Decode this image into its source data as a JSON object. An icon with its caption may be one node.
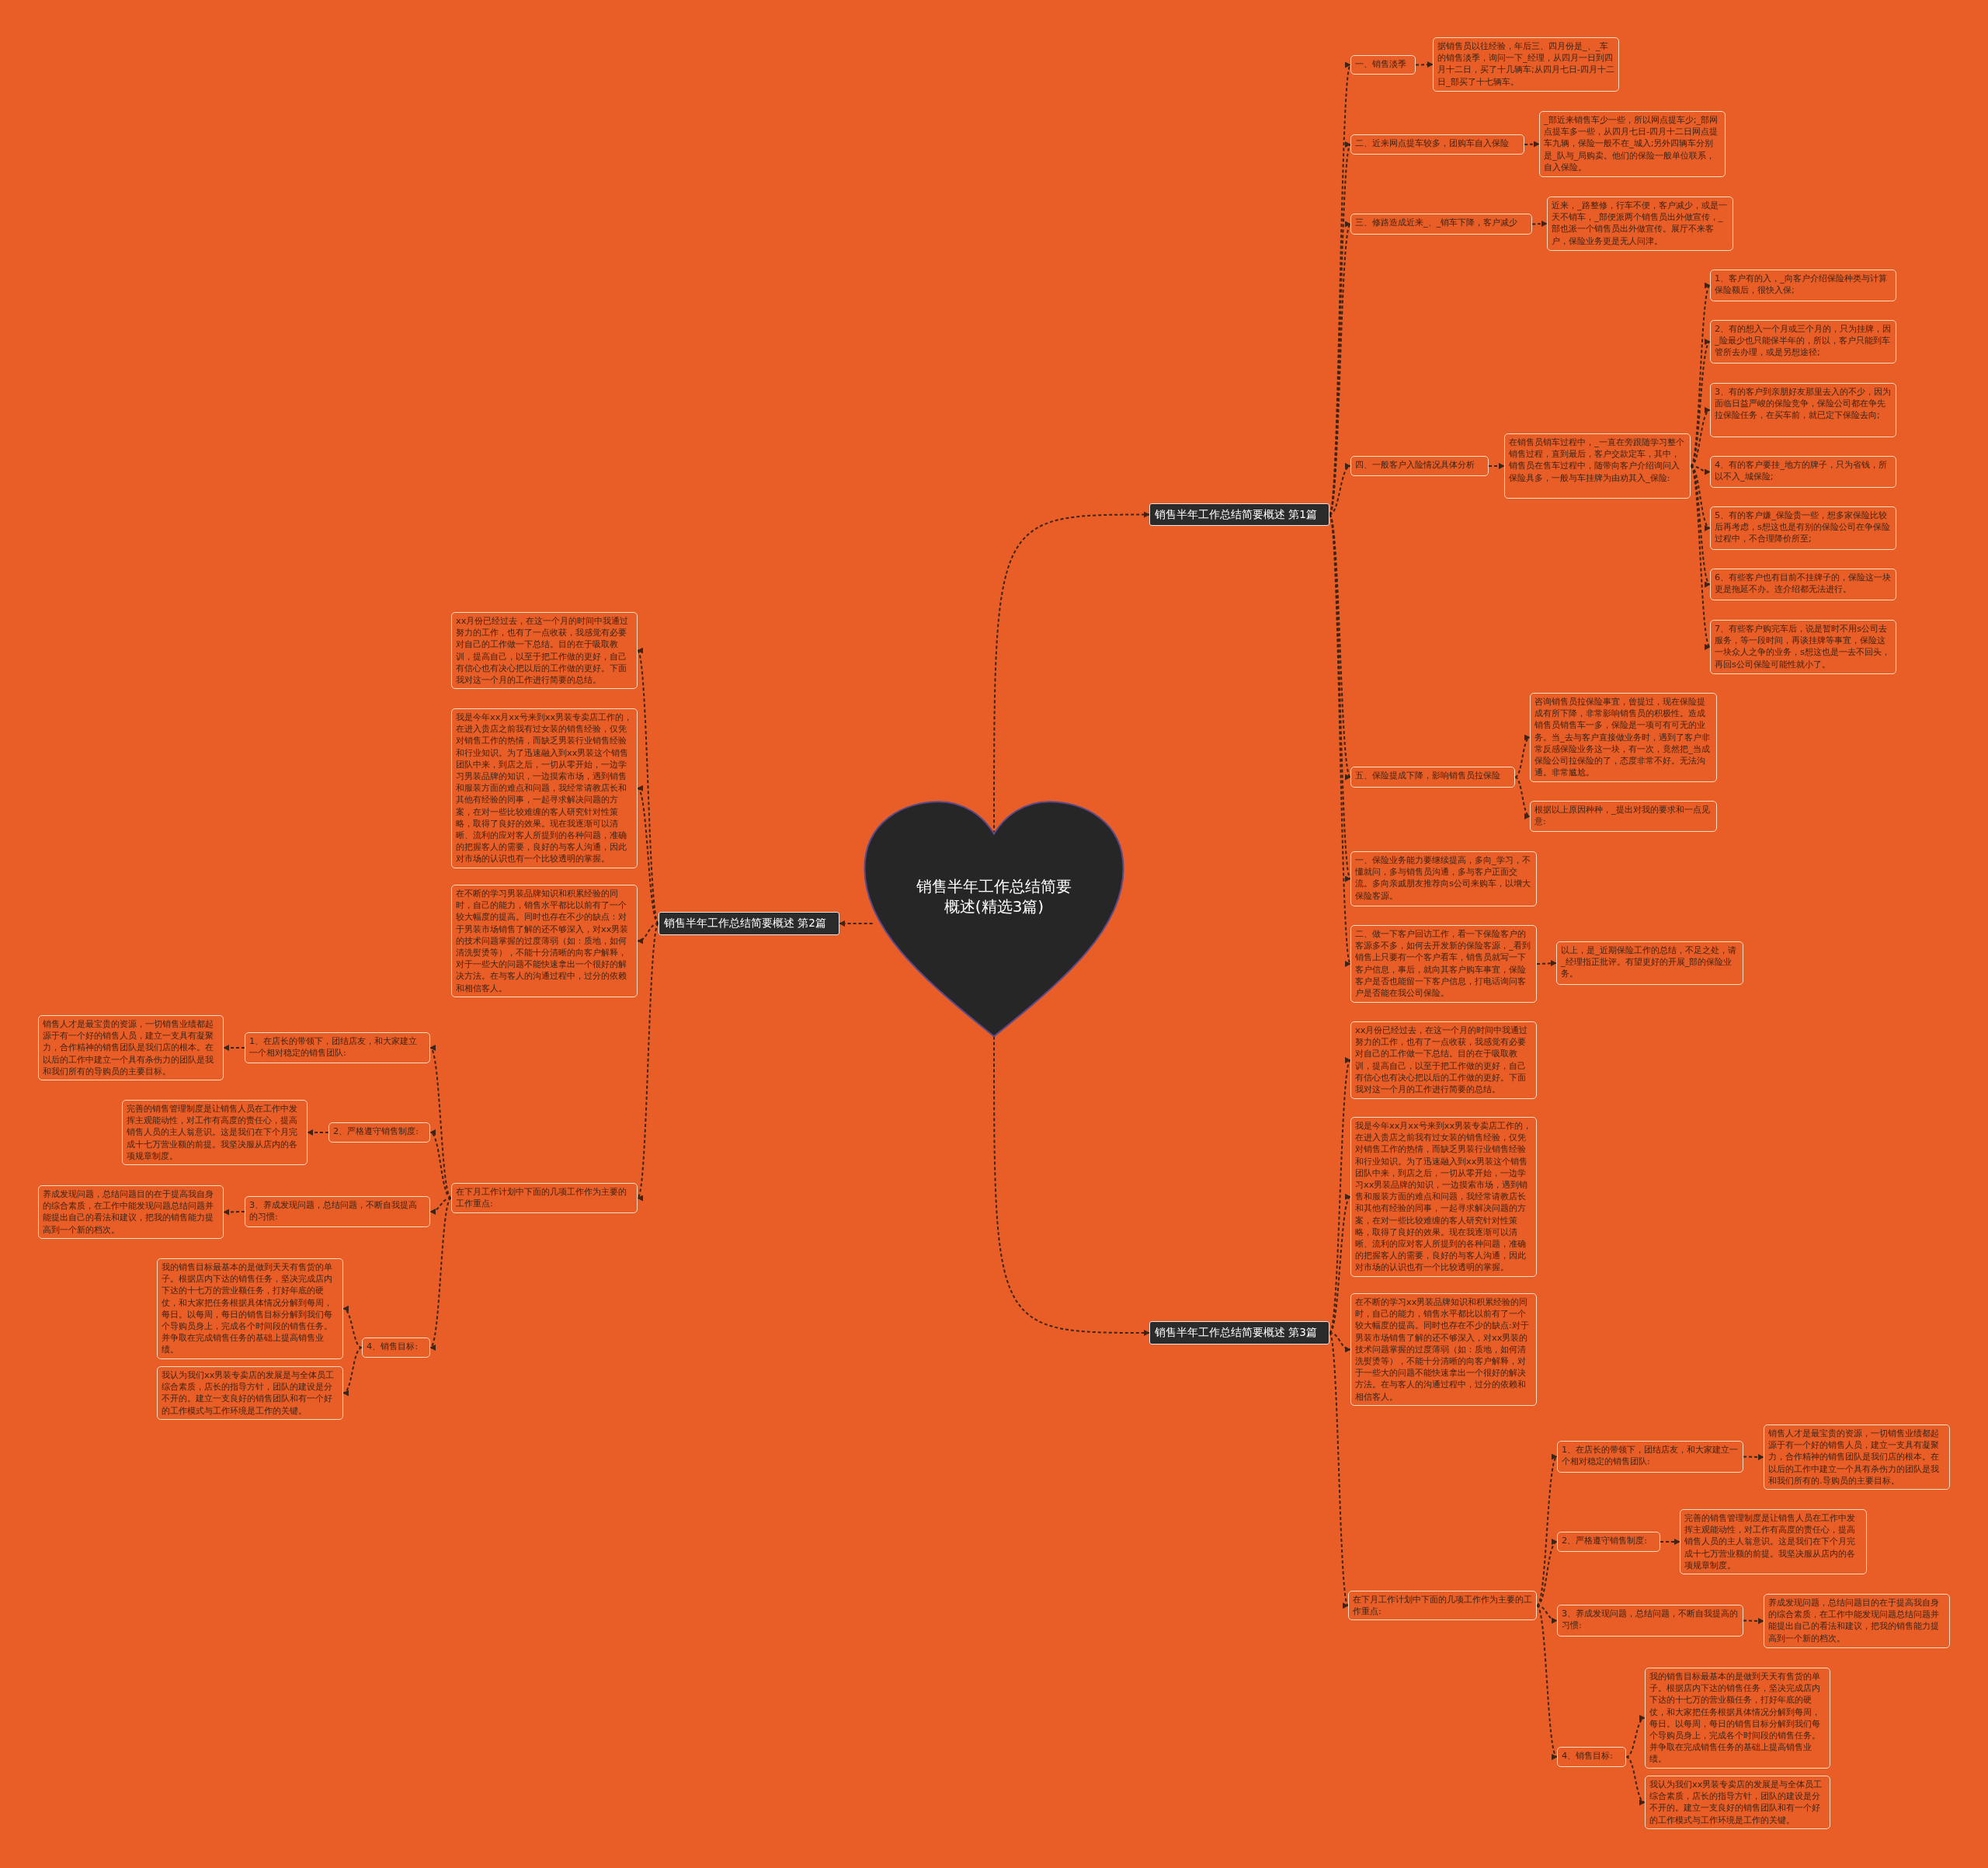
{
  "diagram": {
    "nodes": [
      {
        "text": [
          "销售半年工作总结简要概述(精选3篇)"
        ]
      },
      {
        "text": [
          "销售半年工作总结简要概述 第1篇"
        ]
      },
      {
        "text": [
          "一、销售淡季"
        ]
      },
      {
        "text": [
          "据销售员以往经验，年后三、四月份是_、_车的销售淡季，询问一下_经理，从四月一日到四月十二日，买了十几辆车;从四月七日-四月十二日_部买了十七辆车。"
        ]
      },
      {
        "text": [
          "二、近来网点提车较多，团购车自入保险"
        ]
      },
      {
        "text": [
          "_部近来销售车少一些，所以网点提车少;_部网点提车多一些，从四月七日-四月十二日网点提车九辆，保险一般不在_城入;另外四辆车分别是_队与_局购卖。他们的保险一般单位联系，自入保险。"
        ]
      },
      {
        "text": [
          "三、修路造成近来_、_销车下降，客户减少"
        ]
      },
      {
        "text": [
          "近来，_路整修，行车不便，客户减少，或是一天不销车，_部便派两个销售员出外做宣传，_部也派一个销售员出外做宣传。展厅不来客户，保险业务更是无人问津。"
        ]
      },
      {
        "text": [
          "四、一般客户入险情况具体分析"
        ]
      },
      {
        "text": [
          "在销售员销车过程中，_一直在旁跟随学习整个销售过程，直到最后，客户交款定车，其中，销售员在售车过程中，随带向客户介绍询问入保险具多，一般与车挂牌为由劝其入_保险:"
        ]
      },
      {
        "text": [
          "1、客户有的入，_向客户介绍保险种类与计算保险额后，很快入保;"
        ]
      },
      {
        "text": [
          "2、有的想入一个月或三个月的，只为挂牌，因_险最少也只能保半年的，所以，客户只能到车管所去办理，或是另想途径;"
        ]
      },
      {
        "text": [
          "3、有的客户到亲朋好友那里去入的不少，因为面临日益严峻的保险竞争，保险公司都在争先拉保险任务，在买车前，就已定下保险去向;"
        ]
      },
      {
        "text": [
          "4、有的客户要挂_地方的牌子，只为省钱，所以不入_城保险;"
        ]
      },
      {
        "text": [
          "5、有的客户嫌_保险贵一些，想多家保险比较后再考虑，s想这也是有别的保险公司在争保险过程中，不合理降价所至;"
        ]
      },
      {
        "text": [
          "6、有些客户也有目前不挂牌子的，保险这一块更是拖延不办。连介绍都无法进行。"
        ]
      },
      {
        "text": [
          "7、有些客户购完车后，说是暂时不用s公司去服务，等一段时间，再谈挂牌等事宜，保险这一块众人之争的业务，s想这也是一去不回头，再回s公司保险可能性就小了。"
        ]
      },
      {
        "text": [
          "五、保险提成下降，影响销售员拉保险"
        ]
      },
      {
        "text": [
          "咨询销售员拉保险事宜，曾提过，现在保险提成有所下降，非常影响销售员的积极性。造成销售员销售车一多，保险是一项可有可无的业务。当_去与客户直接做业务时，遇到了客户非常反感保险业务这一块，有一次，竟然把_当成保险公司拉保险的了，态度非常不好。无法沟通。非常尴尬。"
        ]
      },
      {
        "text": [
          "根据以上原因种种，_提出对我的要求和一点见意:"
        ]
      },
      {
        "text": [
          "一、保险业务能力要继续提高，多向_学习，不懂就问，多与销售员沟通，多与客户正面交流。多向亲戚朋友推荐向s公司来购车，以增大保险客源。"
        ]
      },
      {
        "text": [
          "二、做一下客户回访工作，看一下保险客户的客源多不多，如何去开发新的保险客源，_看到销售上只要有一个客户看车，销售员就写一下客户信息，事后，就向其客户购车事宜，保险客户是否也能留一下客户信息，打电话询问客户是否能在我公司保险。"
        ]
      },
      {
        "text": [
          "以上，是_近期保险工作的总结，不足之处，请_经理指正批评。有望更好的开展_部的保险业务。"
        ]
      },
      {
        "text": [
          "销售半年工作总结简要概述 第2篇"
        ]
      },
      {
        "text": [
          "xx月份已经过去，在这一个月的时间中我通过努力的工作，也有了一点收获，我感觉有必要对自己的工作做一下总结。目的在于吸取教训，提高自己，以至于把工作做的更好，自己有信心也有决心把以后的工作做的更好。下面我对这一个月的工作进行简要的总结。"
        ]
      },
      {
        "text": [
          "我是今年xx月xx号来到xx男装专卖店工作的，在进入贵店之前我有过女装的销售经验，仅凭对销售工作的热情，而缺乏男装行业销售经验和行业知识。为了迅速融入到xx男装这个销售团队中来，到店之后，一切从零开始，一边学习男装品牌的知识，一边摸索市场，遇到销售和服装方面的难点和问题，我经常请教店长和其他有经验的同事，一起寻求解决问题的方案，在对一些比较难缠的客人研究针对性策略，取得了良好的效果。现在我逐渐可以清晰、流利的应对客人所提到的各种问题，准确的把握客人的需要，良好的与客人沟通，因此对市场的认识也有一个比较透明的掌握。"
        ]
      },
      {
        "text": [
          "在不断的学习男装品牌知识和积累经验的同时，自己的能力，销售水平都比以前有了一个较大幅度的提高。同时也存在不少的缺点：对于男装市场销售了解的还不够深入，对xx男装的技术问题掌握的过度薄弱（如：质地，如何清洗熨烫等），不能十分清晰的向客户解释，对于一些大的问题不能快速拿出一个很好的解决方法。在与客人的沟通过程中，过分的依赖和相信客人。"
        ]
      },
      {
        "text": [
          "在下月工作计划中下面的几项工作作为主要的工作重点:"
        ]
      },
      {
        "text": [
          "1、在店长的带领下，团结店友，和大家建立一个相对稳定的销售团队:"
        ]
      },
      {
        "text": [
          "销售人才是最宝贵的资源，一切销售业绩都起源于有一个好的销售人员，建立一支具有凝聚力，合作精神的销售团队是我们店的根本。在以后的工作中建立一个具有杀伤力的团队是我和我们所有的导购员的主要目标。"
        ]
      },
      {
        "text": [
          "2、严格遵守销售制度:"
        ]
      },
      {
        "text": [
          "完善的销售管理制度是让销售人员在工作中发挥主观能动性，对工作有高度的责任心，提高销售人员的主人翁意识。这是我们在下个月完成十七万营业额的前提。我坚决服从店内的各项规章制度。"
        ]
      },
      {
        "text": [
          "3、养成发现问题，总结问题，不断自我提高的习惯:"
        ]
      },
      {
        "text": [
          "养成发现问题，总结问题目的在于提高我自身的综合素质，在工作中能发现问题总结问题并能提出自己的看法和建议，把我的销售能力提高到一个新的档次。"
        ]
      },
      {
        "text": [
          "4、销售目标:"
        ]
      },
      {
        "text": [
          "我的销售目标最基本的是做到天天有售货的单子。根据店内下达的销售任务，坚决完成店内下达的十七万的营业额任务，打好年底的硬仗，和大家把任务根据具体情况分解到每周，每日。以每周，每日的销售目标分解到我们每个导购员身上，完成各个时间段的销售任务。并争取在完成销售任务的基础上提高销售业绩。"
        ]
      },
      {
        "text": [
          "我认为我们xx男装专卖店的发展是与全体员工综合素质，店长的指导方针，团队的建设是分不开的。建立一支良好的销售团队和有一个好的工作模式与工作环境是工作的关键。"
        ]
      },
      {
        "text": [
          "销售半年工作总结简要概述 第3篇"
        ]
      },
      {
        "text": [
          "xx月份已经过去，在这一个月的时间中我通过努力的工作，也有了一点收获，我感觉有必要对自己的工作做一下总结。目的在于吸取教训，提高自己，以至于把工作做的更好，自己有信心也有决心把以后的工作做的更好。下面我对这一个月的工作进行简要的总结。"
        ]
      },
      {
        "text": [
          "我是今年xx月xx号来到xx男装专卖店工作的，在进入贵店之前我有过女装的销售经验，仅凭对销售工作的热情，而缺乏男装行业销售经验和行业知识。为了迅速融入到xx男装这个销售团队中来，到店之后，一切从零开始，一边学习xx男装品牌的知识，一边摸索市场，遇到销售和服装方面的难点和问题，我经常请教店长和其他有经验的同事，一起寻求解决问题的方案，在对一些比较难缠的客人研究针对性策略，取得了良好的效果。现在我逐渐可以清晰、流利的应对客人所提到的各种问题，准确的把握客人的需要，良好的与客人沟通，因此对市场的认识也有一个比较透明的掌握。"
        ]
      },
      {
        "text": [
          "在不断的学习xx男装品牌知识和积累经验的同时，自己的能力，销售水平都比以前有了一个较大幅度的提高。同时也存在不少的缺点:对于男装市场销售了解的还不够深入，对xx男装的技术问题掌握的过度薄弱（如：质地，如何清洗熨烫等），不能十分清晰的向客户解释，对于一些大的问题不能快速拿出一个很好的解决方法。在与客人的沟通过程中，过分的依赖和相信客人。"
        ]
      },
      {
        "text": [
          "在下月工作计划中下面的几项工作作为主要的工作重点:"
        ]
      },
      {
        "text": [
          "1、在店长的带领下，团结店友，和大家建立一个相对稳定的销售团队:"
        ]
      },
      {
        "text": [
          "销售人才是最宝贵的资源，一切销售业绩都起源于有一个好的销售人员，建立一支具有凝聚力，合作精神的销售团队是我们店的根本。在以后的工作中建立一个具有杀伤力的团队是我和我们所有的.导购员的主要目标。"
        ]
      },
      {
        "text": [
          "2、严格遵守销售制度:"
        ]
      },
      {
        "text": [
          "完善的销售管理制度是让销售人员在工作中发挥主观能动性，对工作有高度的责任心，提高销售人员的主人翁意识。这是我们在下个月完成十七万营业额的前提。我坚决服从店内的各项规章制度。"
        ]
      },
      {
        "text": [
          "3、养成发现问题，总结问题，不断自我提高的习惯:"
        ]
      },
      {
        "text": [
          "养成发现问题，总结问题目的在于提高我自身的综合素质，在工作中能发现问题总结问题并能提出自己的看法和建议，把我的销售能力提高到一个新的档次。"
        ]
      },
      {
        "text": [
          "4、销售目标:"
        ]
      },
      {
        "text": [
          "我的销售目标最基本的是做到天天有售货的单子。根据店内下达的销售任务，坚决完成店内下达的十七万的营业额任务，打好年底的硬仗，和大家把任务根据具体情况分解到每周，每日。以每周，每日的销售目标分解到我们每个导购员身上，完成各个时间段的销售任务。并争取在完成销售任务的基础上提高销售业绩。"
        ]
      },
      {
        "text": [
          "我认为我们xx男装专卖店的发展是与全体员工综合素质，店长的指导方针，团队的建设是分不开的。建立一支良好的销售团队和有一个好的工作模式与工作环境是工作的关键。"
        ]
      }
    ],
    "edges": [
      {
        "from": 0,
        "to": 1,
        "arrow": "to"
      },
      {
        "from": 1,
        "to": 2,
        "arrow": "to"
      },
      {
        "from": 2,
        "to": 3,
        "arrow": "to"
      },
      {
        "from": 1,
        "to": 4,
        "arrow": "to"
      },
      {
        "from": 4,
        "to": 5,
        "arrow": "to"
      },
      {
        "from": 1,
        "to": 6,
        "arrow": "to"
      },
      {
        "from": 6,
        "to": 7,
        "arrow": "to"
      },
      {
        "from": 1,
        "to": 8,
        "arrow": "to"
      },
      {
        "from": 8,
        "to": 9,
        "arrow": "to"
      },
      {
        "from": 9,
        "to": 10,
        "arrow": "to"
      },
      {
        "from": 9,
        "to": 11,
        "arrow": "to"
      },
      {
        "from": 9,
        "to": 12,
        "arrow": "to"
      },
      {
        "from": 9,
        "to": 13,
        "arrow": "to"
      },
      {
        "from": 9,
        "to": 14,
        "arrow": "to"
      },
      {
        "from": 9,
        "to": 15,
        "arrow": "to"
      },
      {
        "from": 9,
        "to": 16,
        "arrow": "to"
      },
      {
        "from": 1,
        "to": 17,
        "arrow": "to"
      },
      {
        "from": 17,
        "to": 18,
        "arrow": "to"
      },
      {
        "from": 17,
        "to": 19,
        "arrow": "to"
      },
      {
        "from": 1,
        "to": 20,
        "arrow": "to"
      },
      {
        "from": 1,
        "to": 21,
        "arrow": "to"
      },
      {
        "from": 21,
        "to": 22,
        "arrow": "to"
      },
      {
        "from": 0,
        "to": 23,
        "arrow": "to"
      },
      {
        "from": 23,
        "to": 24,
        "arrow": "to"
      },
      {
        "from": 23,
        "to": 25,
        "arrow": "to"
      },
      {
        "from": 23,
        "to": 26,
        "arrow": "to"
      },
      {
        "from": 23,
        "to": 27,
        "arrow": "to"
      },
      {
        "from": 27,
        "to": 28,
        "arrow": "to"
      },
      {
        "from": 28,
        "to": 29,
        "arrow": "to"
      },
      {
        "from": 27,
        "to": 30,
        "arrow": "to"
      },
      {
        "from": 30,
        "to": 31,
        "arrow": "to"
      },
      {
        "from": 27,
        "to": 32,
        "arrow": "to"
      },
      {
        "from": 32,
        "to": 33,
        "arrow": "to"
      },
      {
        "from": 27,
        "to": 34,
        "arrow": "to"
      },
      {
        "from": 34,
        "to": 35,
        "arrow": "to"
      },
      {
        "from": 34,
        "to": 36,
        "arrow": "to"
      },
      {
        "from": 0,
        "to": 37,
        "arrow": "to"
      },
      {
        "from": 37,
        "to": 38,
        "arrow": "to"
      },
      {
        "from": 37,
        "to": 39,
        "arrow": "to"
      },
      {
        "from": 37,
        "to": 40,
        "arrow": "to"
      },
      {
        "from": 37,
        "to": 41,
        "arrow": "to"
      },
      {
        "from": 41,
        "to": 42,
        "arrow": "to"
      },
      {
        "from": 42,
        "to": 43,
        "arrow": "to"
      },
      {
        "from": 41,
        "to": 44,
        "arrow": "to"
      },
      {
        "from": 44,
        "to": 45,
        "arrow": "to"
      },
      {
        "from": 41,
        "to": 46,
        "arrow": "to"
      },
      {
        "from": 46,
        "to": 47,
        "arrow": "to"
      },
      {
        "from": 41,
        "to": 48,
        "arrow": "to"
      },
      {
        "from": 48,
        "to": 49,
        "arrow": "to"
      },
      {
        "from": 48,
        "to": 50,
        "arrow": "to"
      }
    ]
  }
}
